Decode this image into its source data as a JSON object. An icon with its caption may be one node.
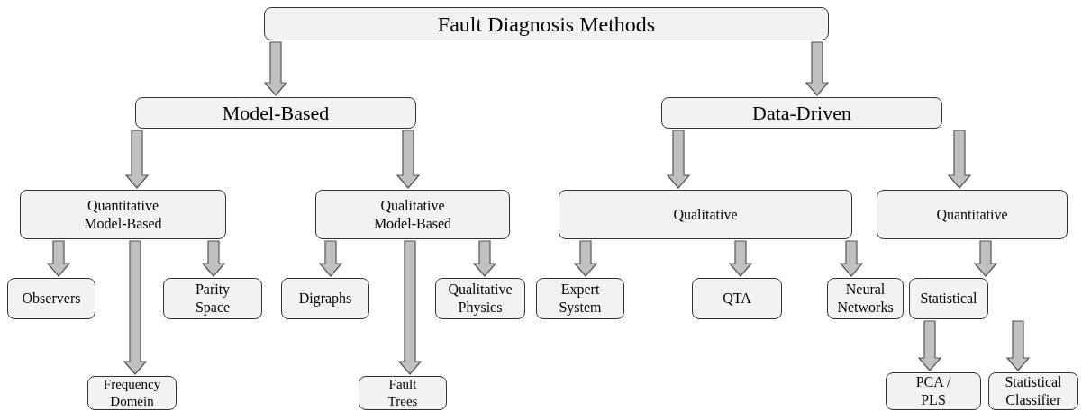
{
  "diagram": {
    "nodes": [
      {
        "text": [
          "Fault Diagnosis Methods"
        ]
      },
      {
        "text": [
          "Model-Based"
        ]
      },
      {
        "text": [
          "Data-Driven"
        ]
      },
      {
        "text": [
          "Quantitative Model-Based"
        ]
      },
      {
        "text": [
          "Qualitative Model-Based"
        ]
      },
      {
        "text": [
          "Qualitative"
        ]
      },
      {
        "text": [
          "Quantitative"
        ]
      },
      {
        "text": [
          "Observers"
        ]
      },
      {
        "text": [
          "Frequency Domein"
        ]
      },
      {
        "text": [
          "Parity Space"
        ]
      },
      {
        "text": [
          "Digraphs"
        ]
      },
      {
        "text": [
          "Fault Trees"
        ]
      },
      {
        "text": [
          "Qualitative Physics"
        ]
      },
      {
        "text": [
          "Expert System"
        ]
      },
      {
        "text": [
          "QTA"
        ]
      },
      {
        "text": [
          "Neural Networks"
        ]
      },
      {
        "text": [
          "Statistical"
        ]
      },
      {
        "text": [
          "PCA / PLS"
        ]
      },
      {
        "text": [
          "Statistical Classifier"
        ]
      }
    ],
    "edges": [
      {
        "from": 0,
        "to": 1,
        "arrow": "to"
      },
      {
        "from": 0,
        "to": 2,
        "arrow": "to"
      },
      {
        "from": 1,
        "to": 3,
        "arrow": "to"
      },
      {
        "from": 1,
        "to": 4,
        "arrow": "to"
      },
      {
        "from": 2,
        "to": 5,
        "arrow": "to"
      },
      {
        "from": 2,
        "to": 6,
        "arrow": "to"
      },
      {
        "from": 3,
        "to": 7,
        "arrow": "to"
      },
      {
        "from": 3,
        "to": 8,
        "arrow": "to"
      },
      {
        "from": 3,
        "to": 9,
        "arrow": "to"
      },
      {
        "from": 4,
        "to": 10,
        "arrow": "to"
      },
      {
        "from": 4,
        "to": 11,
        "arrow": "to"
      },
      {
        "from": 4,
        "to": 12,
        "arrow": "to"
      },
      {
        "from": 5,
        "to": 13,
        "arrow": "to"
      },
      {
        "from": 5,
        "to": 14,
        "arrow": "to"
      },
      {
        "from": 6,
        "to": 15,
        "arrow": "to"
      },
      {
        "from": 6,
        "to": 16,
        "arrow": "to"
      },
      {
        "from": 16,
        "to": 17,
        "arrow": "to"
      },
      {
        "from": 16,
        "to": 18,
        "arrow": "to"
      }
    ]
  }
}
